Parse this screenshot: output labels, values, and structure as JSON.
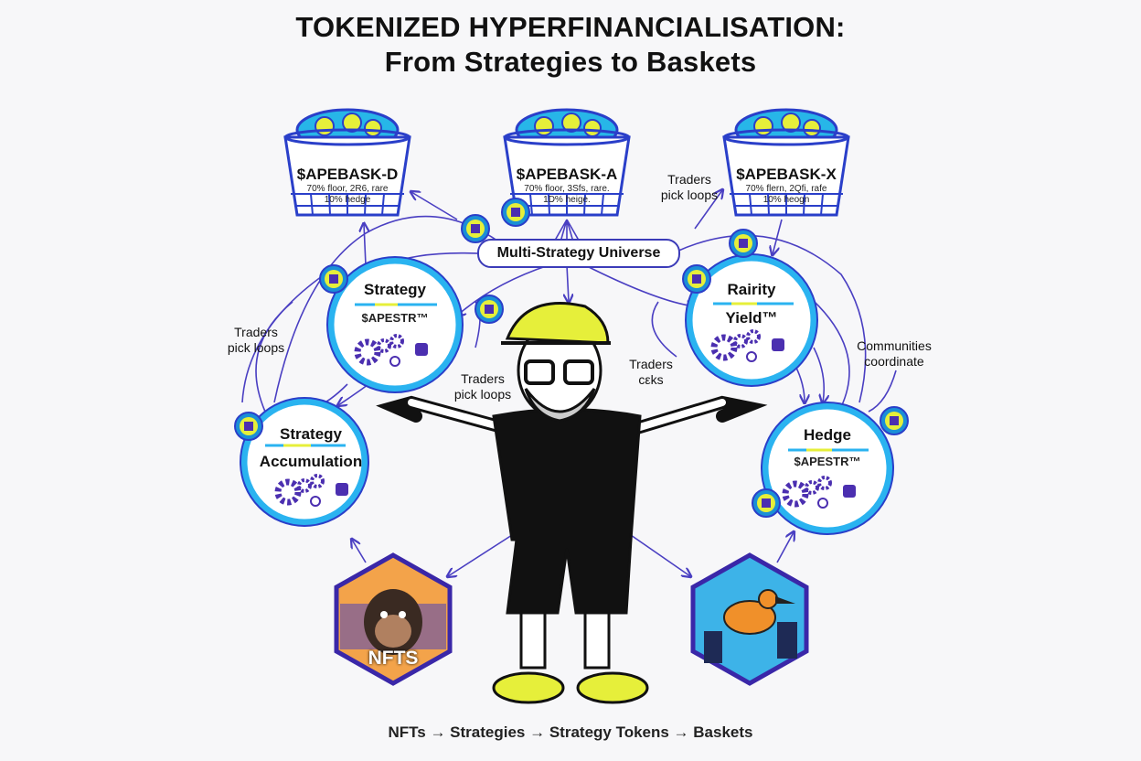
{
  "title": {
    "line1": "TOKENIZED HYPERFINANCIALISATION:",
    "line2": "From Strategies to Baskets"
  },
  "baskets": [
    {
      "name": "$APEBASK-D",
      "desc1": "70% floor, 2R6, rare",
      "desc2": "10% hedge"
    },
    {
      "name": "$APEBASK-A",
      "desc1": "70% floor, 3Sfs, rare.",
      "desc2": "1D% heige."
    },
    {
      "name": "$APEBASK-X",
      "desc1": "70% flern, 2Qfi, rafe",
      "desc2": "10% heogn"
    }
  ],
  "universe": "Multi-Strategy Universe",
  "strategies": [
    {
      "title": "Strategy",
      "subtitle": "$APESTR™"
    },
    {
      "title": "Strategy",
      "subtitle": "Accumulation"
    },
    {
      "title": "Rairity",
      "subtitle": "Yield™"
    },
    {
      "title": "Hedge",
      "subtitle": "$APESTR™"
    }
  ],
  "notes": {
    "top_right": [
      "Traders",
      "pick loops"
    ],
    "left": [
      "Traders",
      "pick loops"
    ],
    "center_left": [
      "Traders",
      "pick loops"
    ],
    "center_right": [
      "Traders",
      "cεks"
    ],
    "right": [
      "Communities",
      "coordinate"
    ]
  },
  "nfts_label": "NFTS",
  "caption": "NFTs → Strategies → Strategy Tokens → Baskets",
  "colors": {
    "ring": "#2ab3f0",
    "ring_dark": "#2a3fc9",
    "line": "#4a3fc2",
    "yellow": "#e6ef3a",
    "purple": "#4b2fb0",
    "hex_border": "#3a27a8"
  }
}
